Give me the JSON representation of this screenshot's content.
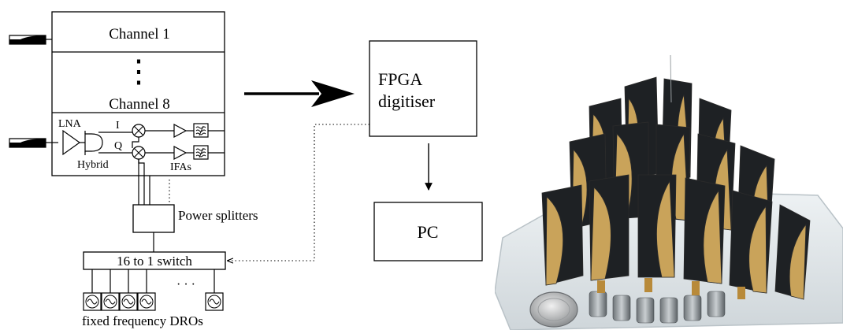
{
  "diagram": {
    "channel_top_label": "Channel 1",
    "ellipsis_vertical": "⋮",
    "channel_bottom_label": "Channel 8",
    "lna_label": "LNA",
    "i_label": "I",
    "q_label": "Q",
    "hybrid_label": "Hybrid",
    "ifas_label": "IFAs",
    "power_splitters_label": "Power splitters",
    "switch_label": "16 to 1 switch",
    "switch_dots": "· · ·",
    "dros_label": "fixed frequency DROs",
    "fpga_line1": "FPGA",
    "fpga_line2": "digitiser",
    "pc_label": "PC"
  },
  "photo": {
    "description_icon": "antenna-array-photo"
  }
}
